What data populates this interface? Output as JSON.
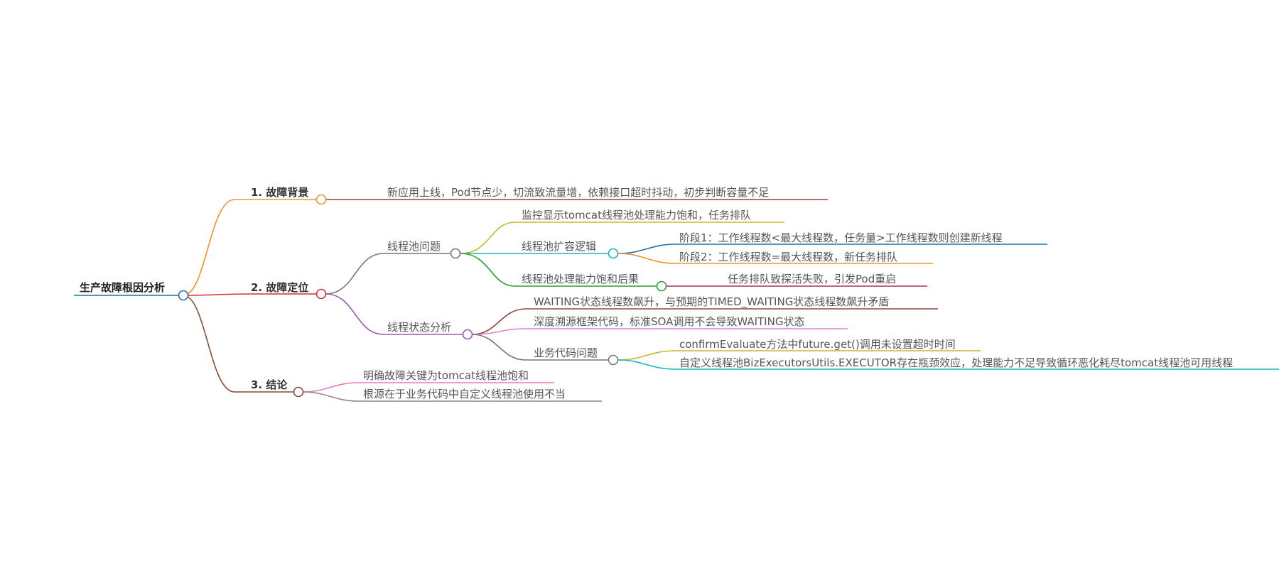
{
  "colors": {
    "root": "#1f6fb2",
    "n1": "#f0932b",
    "n2": "#d63031",
    "n3": "#8b4a3c",
    "b1_leaf": "#8b4a3c",
    "tp_group": "#777777",
    "tp_monitor": "#c5b82a",
    "tp_expand": "#1cb5c2",
    "tp_expand_s1": "#1f6fb2",
    "tp_expand_s2": "#f0932b",
    "tp_saturate": "#2e9e35",
    "tp_saturate_leaf": "#b0305a",
    "ts_group": "#9b59b6",
    "ts_waiting": "#8b4a3c",
    "ts_trace": "#e77bc6",
    "ts_biz": "#777777",
    "ts_biz_l1": "#c5b82a",
    "ts_biz_l2": "#1cb5c2",
    "c_l1": "#e77bc6",
    "c_l2": "#888888"
  },
  "root": {
    "label": "生产故障根因分析"
  },
  "branches": {
    "background": {
      "label": "1. 故障背景",
      "leaf": "新应用上线，Pod节点少，切流致流量增，依赖接口超时抖动，初步判断容量不足"
    },
    "locate": {
      "label": "2. 故障定位",
      "thread_pool": {
        "label": "线程池问题",
        "monitor": "监控显示tomcat线程池处理能力饱和，任务排队",
        "expand": {
          "label": "线程池扩容逻辑",
          "stage1": "阶段1：工作线程数<最大线程数，任务量>工作线程数则创建新线程",
          "stage2": "阶段2：工作线程数=最大线程数，新任务排队"
        },
        "saturate": {
          "label": "线程池处理能力饱和后果",
          "leaf": "任务排队致探活失败，引发Pod重启"
        }
      },
      "thread_state": {
        "label": "线程状态分析",
        "waiting": "WAITING状态线程数飙升，与预期的TIMED_WAITING状态线程数飙升矛盾",
        "trace": "深度溯源框架代码，标准SOA调用不会导致WAITING状态",
        "biz": {
          "label": "业务代码问题",
          "leaf1": "confirmEvaluate方法中future.get()调用未设置超时时间",
          "leaf2": "自定义线程池BizExecutorsUtils.EXECUTOR存在瓶颈效应，处理能力不足导致循环恶化耗尽tomcat线程池可用线程"
        }
      }
    },
    "conclusion": {
      "label": "3. 结论",
      "leaf1": "明确故障关键为tomcat线程池饱和",
      "leaf2": "根源在于业务代码中自定义线程池使用不当"
    }
  }
}
